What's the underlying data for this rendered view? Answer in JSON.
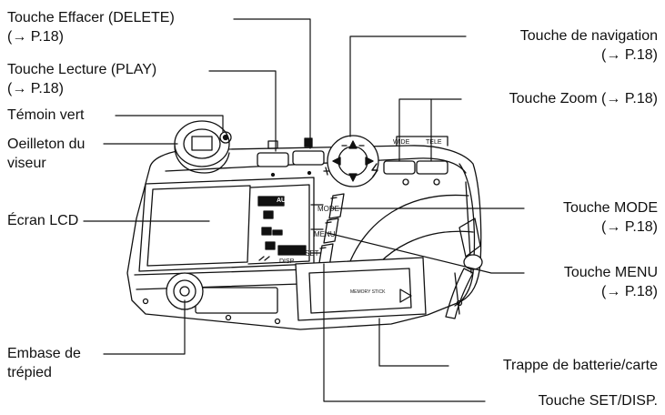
{
  "labels": {
    "delete_l1": "Touche Effacer (DELETE)",
    "delete_l2": "(→ P.18)",
    "play_l1": "Touche Lecture (PLAY)",
    "play_l2": "(→ P.18)",
    "temoin": "Témoin vert",
    "oeilleton_l1": "Oeilleton du",
    "oeilleton_l2": "viseur",
    "ecran": "Écran LCD",
    "embase_l1": "Embase de",
    "embase_l2": "trépied",
    "nav_l1": "Touche de navigation",
    "nav_l2": "(→ P.18)",
    "zoom": "Touche Zoom (→ P.18)",
    "mode_l1": "Touche MODE",
    "mode_l2": "(→ P.18)",
    "menu_l1": "Touche MENU",
    "menu_l2": "(→ P.18)",
    "trappe": "Trappe de batterie/carte",
    "setdisp": "Touche SET/DISP."
  },
  "camera_markings": {
    "auto": "AUTO",
    "mode": "MODE",
    "menu": "MENU",
    "set": "SET",
    "disp": "DISP",
    "wide": "WIDE",
    "tele": "TELE",
    "memory_stick": "MEMORY STICK"
  }
}
